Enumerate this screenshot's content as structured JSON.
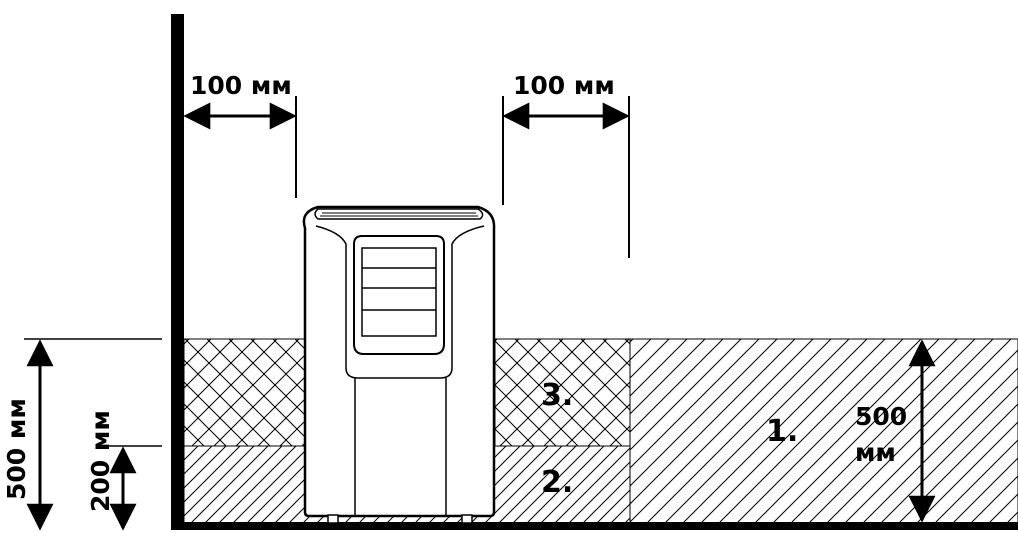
{
  "labels": {
    "clearance_left": "100 мм",
    "clearance_right": "100 мм",
    "height_total": "500 мм",
    "height_lower": "200 мм",
    "height_right_value": "500",
    "height_right_unit": "мм"
  },
  "zones": {
    "zone_1": "1.",
    "zone_2": "2.",
    "zone_3": "3."
  },
  "colors": {
    "ink": "#000000",
    "background": "#ffffff"
  },
  "icons": {
    "device": "portable-air-conditioner-icon",
    "arrow": "dimension-arrow-icon"
  }
}
